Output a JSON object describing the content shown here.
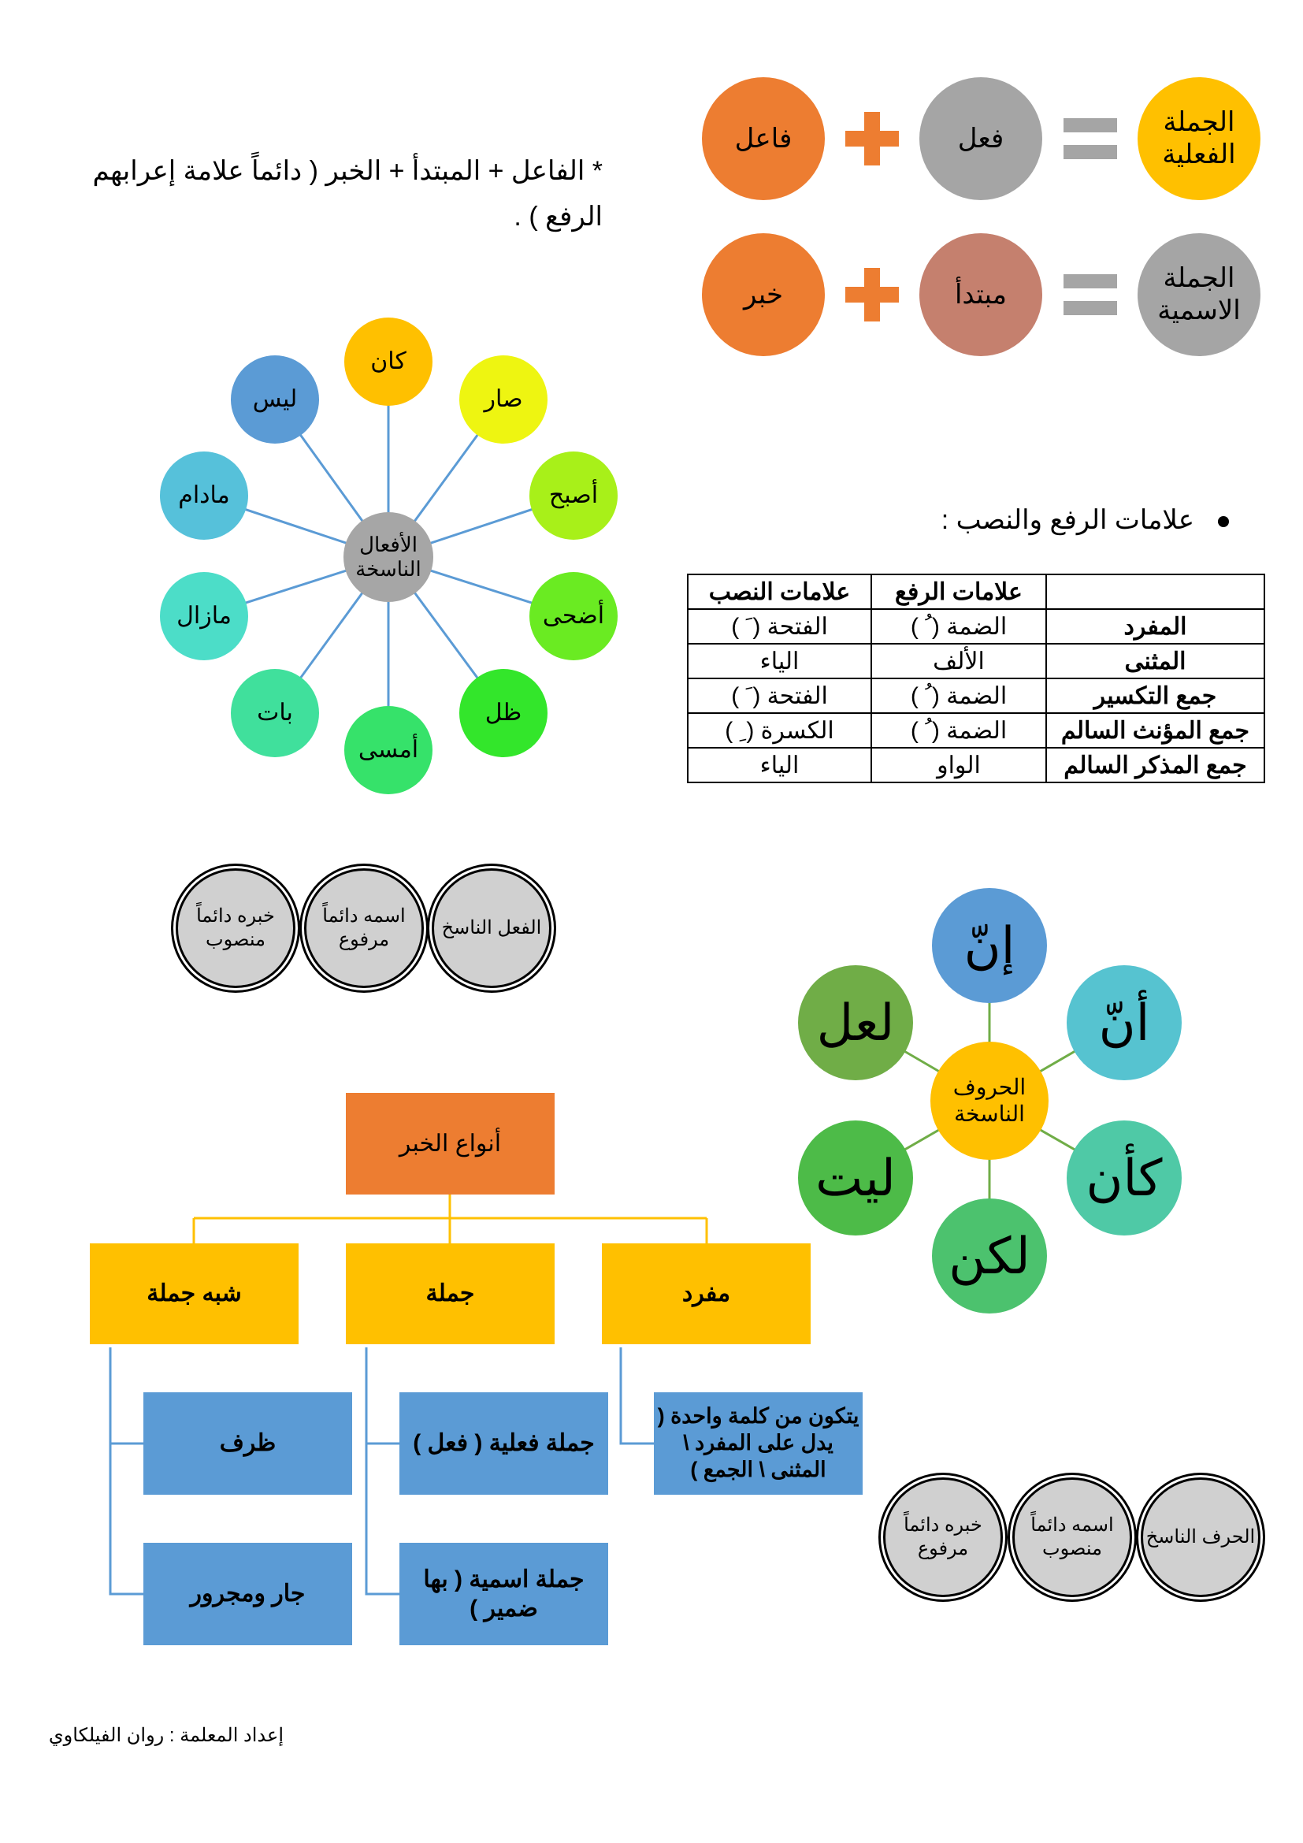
{
  "equations": {
    "verbal": {
      "result": "الجملة الفعلية",
      "part1": "فعل",
      "part2": "فاعل"
    },
    "nominal": {
      "result": "الجملة الاسمية",
      "part1": "مبتدأ",
      "part2": "خبر"
    }
  },
  "note": "* الفاعل + المبتدأ + الخبر ( دائماً علامة إعرابهم الرفع ) .",
  "af3al": {
    "hub": "الأفعال الناسخة",
    "items": [
      "كان",
      "صار",
      "أصبح",
      "أضحى",
      "ظل",
      "أمسى",
      "بات",
      "مازال",
      "مادام",
      "ليس"
    ],
    "colors": [
      "#FFC000",
      "#EEF511",
      "#A8F019",
      "#6AEB22",
      "#33E62B",
      "#36E26A",
      "#40E09C",
      "#4CDDC8",
      "#56C1DA",
      "#5B9BD5"
    ]
  },
  "marks_section": {
    "heading": "علامات الرفع والنصب :",
    "headers": [
      "",
      "علامات الرفع",
      "علامات النصب"
    ],
    "rows": [
      [
        "المفرد",
        "الضمة ( ُ )",
        "الفتحة ( َ )"
      ],
      [
        "المثنى",
        "الألف",
        "الياء"
      ],
      [
        "جمع التكسير",
        "الضمة ( ُ )",
        "الفتحة ( َ )"
      ],
      [
        "جمع المؤنث السالم",
        "الضمة ( ُ )",
        "الكسرة ( ِ )"
      ],
      [
        "جمع المذكر السالم",
        "الواو",
        "الياء"
      ]
    ]
  },
  "fi3l_chain": [
    "الفعل الناسخ",
    "اسمه دائماً مرفوع",
    "خبره دائماً منصوب"
  ],
  "huruf": {
    "hub": "الحروف الناسخة",
    "items": [
      "إنّ",
      "أنّ",
      "كأن",
      "لكن",
      "ليت",
      "لعل"
    ],
    "colors": [
      "#5B9BD5",
      "#56C3D0",
      "#4FC9A6",
      "#4CC26E",
      "#4DBB48",
      "#70AD47"
    ]
  },
  "harf_chain": [
    "الحرف الناسخ",
    "اسمه دائماً منصوب",
    "خبره دائماً مرفوع"
  ],
  "tree": {
    "root": "أنواع الخبر",
    "branches": [
      {
        "label": "مفرد",
        "children": [
          "يتكون من كلمة واحدة ( يدل على المفرد \\ المثنى \\ الجمع )"
        ]
      },
      {
        "label": "جملة",
        "children": [
          "جملة فعلية ( فعل )",
          "جملة اسمية ( بها ضمير )"
        ]
      },
      {
        "label": "شبه جملة",
        "children": [
          "ظرف",
          "جار ومجرور"
        ]
      }
    ]
  },
  "footer": "إعداد المعلمة : روان الفيلكاوي"
}
